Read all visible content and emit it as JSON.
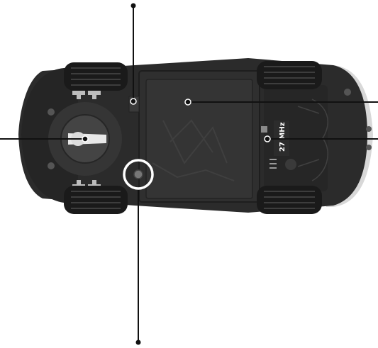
{
  "diagram": {
    "label_text": {
      "frequency": "27 MHz"
    },
    "callouts": [
      {
        "id": "power-switch",
        "icon": "dot-callout"
      },
      {
        "id": "battery-compartment",
        "icon": "dot-callout"
      },
      {
        "id": "frequency-label",
        "icon": "dot-callout"
      },
      {
        "id": "steering-wheel-control",
        "icon": "dot-callout"
      },
      {
        "id": "screw",
        "icon": "ring-callout"
      }
    ],
    "colors": {
      "body": "#2b2b2b",
      "body_dark": "#1c1c1c",
      "wheel": "#1a1a1a",
      "tread": "#3d3d3d",
      "line": "#111111",
      "white": "#ffffff"
    }
  }
}
